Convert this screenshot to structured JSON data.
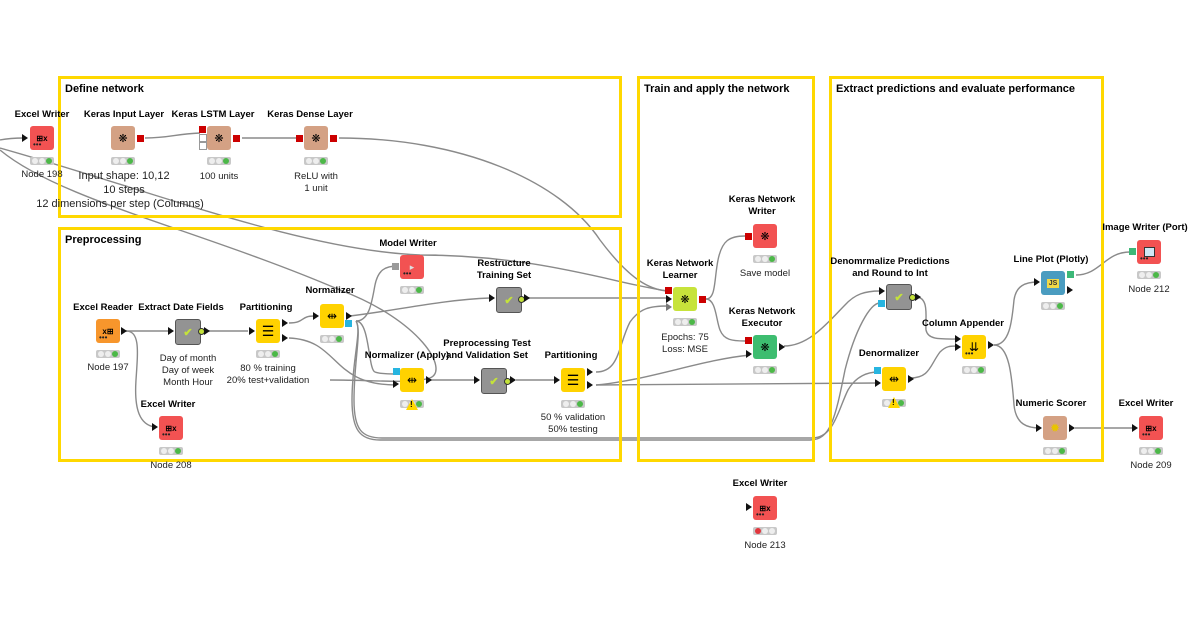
{
  "annotations": [
    {
      "id": "define-network",
      "title": "Define network"
    },
    {
      "id": "preprocessing",
      "title": "Preprocessing"
    },
    {
      "id": "train-apply",
      "title": "Train and apply the network"
    },
    {
      "id": "extract-evaluate",
      "title": "Extract predictions and evaluate performance"
    }
  ],
  "nodes": {
    "excel_writer_198": {
      "name": "Excel Writer",
      "desc": [
        "Node 198"
      ],
      "status": "executed",
      "icon": "excel-writer-icon"
    },
    "keras_input": {
      "name": "Keras Input Layer",
      "desc": [
        "Input shape:  10,12",
        "10 steps",
        "12 dimensions per step (Columns)"
      ],
      "status": "executed",
      "icon": "keras-network-icon"
    },
    "keras_lstm": {
      "name": "Keras LSTM Layer",
      "desc": [
        "100 units"
      ],
      "status": "executed",
      "icon": "keras-network-icon"
    },
    "keras_dense": {
      "name": "Keras Dense Layer",
      "desc": [
        "ReLU with",
        "1 unit"
      ],
      "status": "executed",
      "icon": "keras-network-icon"
    },
    "excel_reader": {
      "name": "Excel Reader",
      "desc": [
        "Node 197"
      ],
      "status": "executed",
      "icon": "excel-reader-icon"
    },
    "extract_date": {
      "name": "Extract Date Fields",
      "desc": [
        "Day of month",
        "Day of week",
        "Month Hour"
      ],
      "status": "executed",
      "icon": "metanode-check-icon"
    },
    "partitioning_1": {
      "name": "Partitioning",
      "desc": [
        "80 % training",
        "20% test+validation"
      ],
      "status": "executed",
      "icon": "partitioning-icon"
    },
    "normalizer": {
      "name": "Normalizer",
      "desc": [],
      "status": "executed",
      "icon": "normalizer-icon"
    },
    "model_writer": {
      "name": "Model Writer",
      "desc": [],
      "status": "executed",
      "icon": "model-writer-icon"
    },
    "restructure_training": {
      "name": "Restructure Training Set",
      "name_lines": [
        "Restructure",
        "Training Set"
      ],
      "desc": [],
      "status": "none",
      "icon": "metanode-check-icon"
    },
    "normalizer_apply": {
      "name": "Normalizer (Apply)",
      "desc": [],
      "status": "warning",
      "icon": "normalizer-apply-icon"
    },
    "preprocessing_test": {
      "name": "Preprocessing Test and Validation Set",
      "name_lines": [
        "Preprocessing Test",
        "and Validation Set"
      ],
      "desc": [],
      "status": "none",
      "icon": "metanode-check-icon"
    },
    "partitioning_2": {
      "name": "Partitioning",
      "desc": [
        "50 % validation",
        "50% testing"
      ],
      "status": "executed",
      "icon": "partitioning-icon"
    },
    "excel_writer_208": {
      "name": "Excel Writer",
      "desc": [
        "Node 208"
      ],
      "status": "executed",
      "icon": "excel-writer-icon"
    },
    "keras_learner": {
      "name": "Keras Network Learner",
      "name_lines": [
        "Keras Network",
        "Learner"
      ],
      "desc": [
        "Epochs: 75",
        "Loss: MSE"
      ],
      "status": "executed",
      "icon": "keras-network-icon"
    },
    "keras_writer": {
      "name": "Keras Network Writer",
      "name_lines": [
        "Keras Network",
        "Writer"
      ],
      "desc": [
        "Save model"
      ],
      "status": "executed",
      "icon": "keras-network-icon"
    },
    "keras_executor": {
      "name": "Keras Network Executor",
      "name_lines": [
        "Keras Network",
        "Executor"
      ],
      "desc": [],
      "status": "executed",
      "icon": "keras-network-icon"
    },
    "denormalize_predictions": {
      "name": "Denomrmalize Predictions and Round to Int",
      "name_lines": [
        "Denomrmalize Predictions",
        "and Round to Int"
      ],
      "desc": [],
      "status": "none",
      "icon": "metanode-check-icon"
    },
    "column_appender": {
      "name": "Column Appender",
      "desc": [],
      "status": "executed",
      "icon": "column-appender-icon"
    },
    "denormalizer": {
      "name": "Denormalizer",
      "desc": [],
      "status": "warning",
      "icon": "denormalizer-icon"
    },
    "line_plot": {
      "name": "Line Plot (Plotly)",
      "desc": [],
      "status": "executed",
      "icon": "js-view-icon"
    },
    "numeric_scorer": {
      "name": "Numeric Scorer",
      "desc": [],
      "status": "executed",
      "icon": "scorer-icon"
    },
    "image_writer": {
      "name": "Image Writer (Port)",
      "desc": [
        "Node 212"
      ],
      "status": "executed",
      "icon": "image-writer-icon"
    },
    "excel_writer_209": {
      "name": "Excel Writer",
      "desc": [
        "Node 209"
      ],
      "status": "executed",
      "icon": "excel-writer-icon"
    },
    "excel_writer_213": {
      "name": "Excel Writer",
      "desc": [
        "Node 213"
      ],
      "status": "error",
      "icon": "excel-writer-icon"
    }
  },
  "glyphs": {
    "keras": "❋",
    "excel_writer": "⊞x",
    "excel_reader": "x⊞",
    "check": "✔",
    "partition": "☰",
    "normalizer": "⇹",
    "js": "JS",
    "scorer": "✹",
    "image": "⇥",
    "appender": "⇊",
    "warn": "!"
  },
  "colors": {
    "annotation_border": "#ffd800",
    "writer_node": "#f25252",
    "reader_node": "#f7962c",
    "manipulator_node": "#ffd200",
    "keras_node": "#d4a184",
    "learner_node": "#c7e33b",
    "predictor_node": "#3dbd70",
    "view_node": "#4a9cc0",
    "status_ok": "#4cb848",
    "status_error": "#e2353c"
  }
}
